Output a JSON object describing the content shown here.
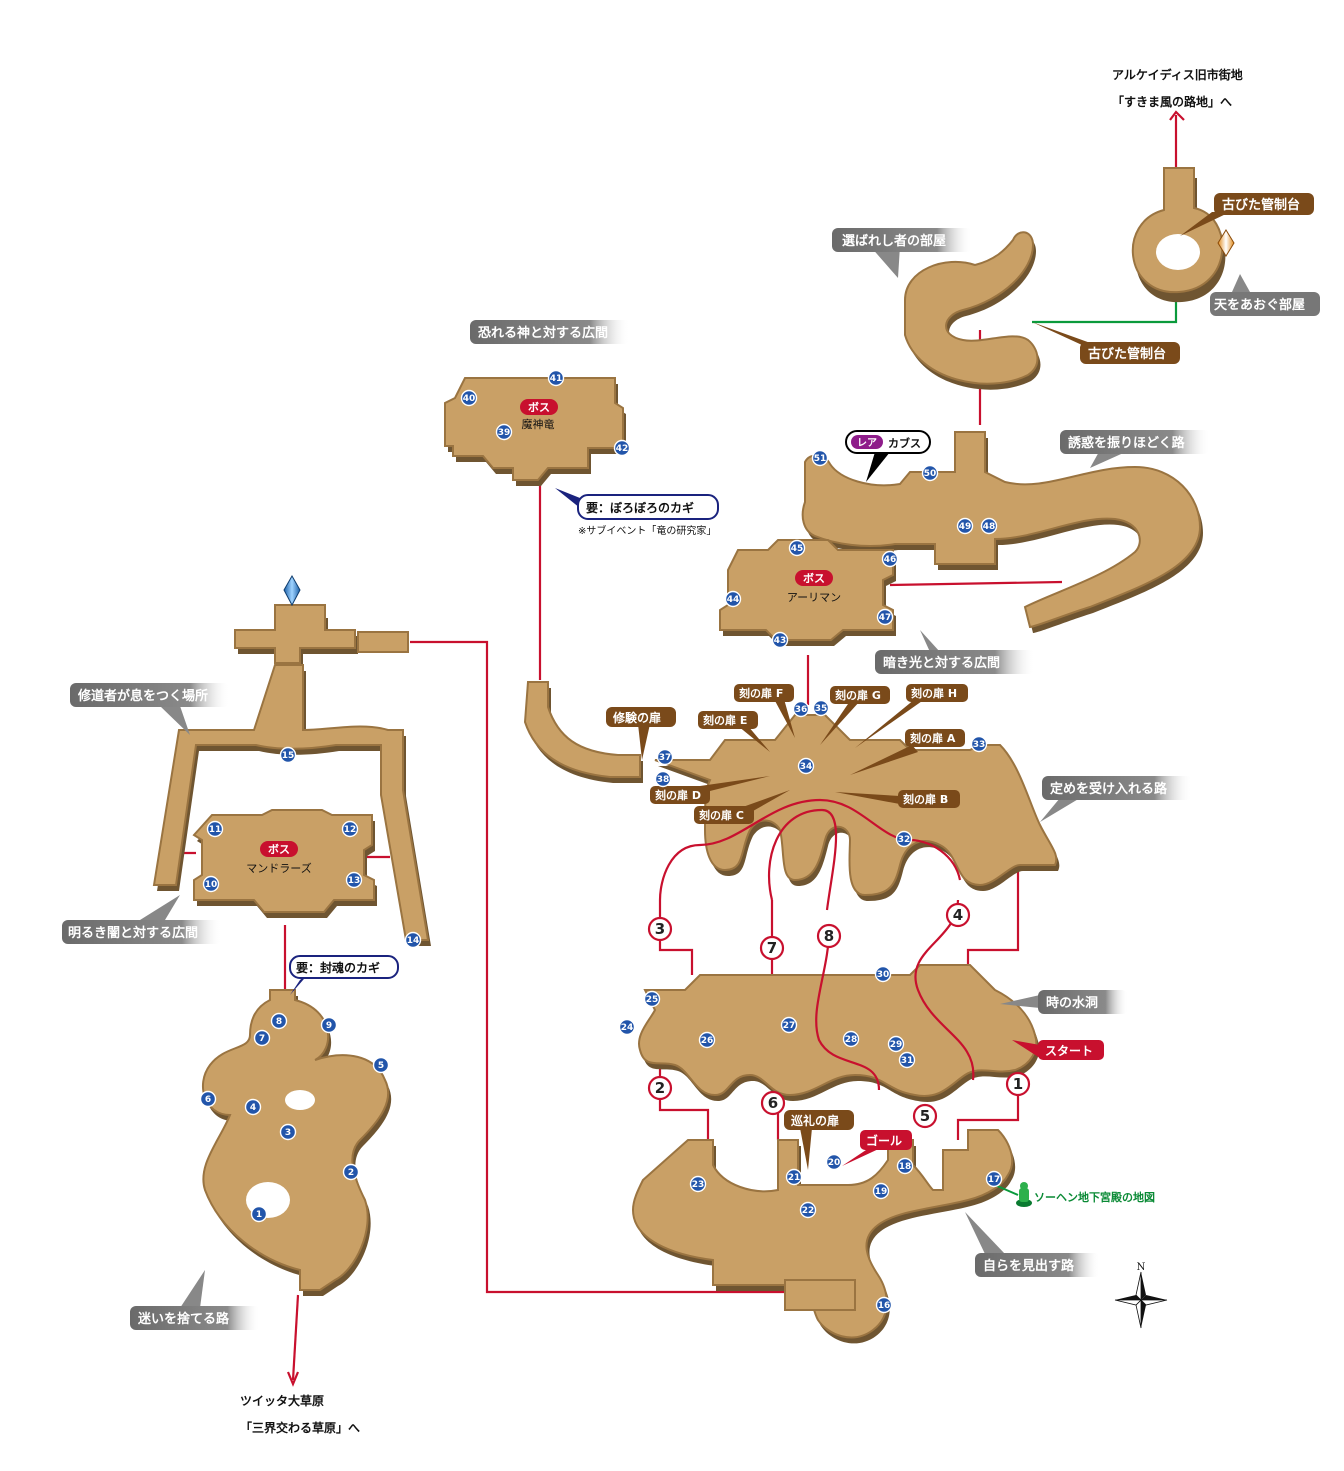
{
  "exits": {
    "top_line1": "アルケイディス旧市街地",
    "top_line2": "「すきま風の路地」へ",
    "bottom_line1": "ツイッタ大草原",
    "bottom_line2": "「三界交わる草原」へ"
  },
  "rooms": {
    "erabare": "選ばれし者の部屋",
    "tenwo": "天をあおぐ部屋",
    "osoreru": "恐れる神と対する広間",
    "yuwaku": "誘惑を振りほどく路",
    "kuraki": "暗き光と対する広間",
    "shudousha": "修道者が息をつく場所",
    "akaruki": "明るき闇と対する広間",
    "sadame": "定めを受け入れる路",
    "toki": "時の水洞",
    "mayoi": "迷いを捨てる路",
    "mizukara": "自らを見出す路"
  },
  "tags": {
    "kanseidai1": "古びた管制台",
    "kanseidai2": "古びた管制台",
    "shuren": "修験の扉",
    "junrei": "巡礼の扉",
    "tobira_a": "刻の扉 A",
    "tobira_b": "刻の扉 B",
    "tobira_c": "刻の扉 C",
    "tobira_d": "刻の扉 D",
    "tobira_e": "刻の扉 E",
    "tobira_f": "刻の扉 F",
    "tobira_g": "刻の扉 G",
    "tobira_h": "刻の扉 H"
  },
  "bosses": {
    "label": "ボス",
    "majinryu": "魔神竜",
    "ahriman": "アーリマン",
    "mandragoras": "マンドラーズ"
  },
  "rare": {
    "tag": "レア",
    "name": "カブス"
  },
  "requirements": {
    "boroboro": "要：ぼろぼろのカギ",
    "boroboro_note": "※サブイベント「竜の研究家」",
    "fukon": "要：封魂のカギ"
  },
  "markers": {
    "start": "スタート",
    "goal": "ゴール",
    "map_item": "ソーヘン地下宮殿の地図",
    "compass_n": "N"
  },
  "route_steps": [
    "1",
    "2",
    "3",
    "4",
    "5",
    "6",
    "7",
    "8"
  ],
  "chests": [
    "1",
    "2",
    "3",
    "4",
    "5",
    "6",
    "7",
    "8",
    "9",
    "10",
    "11",
    "12",
    "13",
    "14",
    "15",
    "16",
    "17",
    "18",
    "19",
    "20",
    "21",
    "22",
    "23",
    "24",
    "25",
    "26",
    "27",
    "28",
    "29",
    "30",
    "31",
    "32",
    "33",
    "34",
    "35",
    "36",
    "37",
    "38",
    "39",
    "40",
    "41",
    "42",
    "43",
    "44",
    "45",
    "46",
    "47",
    "48",
    "49",
    "50",
    "51"
  ],
  "colors": {
    "floor": "#c9a066",
    "route_red": "#c8102e",
    "route_green": "#0a9a3c",
    "chest_blue": "#2255aa",
    "tag_brown": "#7a4a1a"
  }
}
